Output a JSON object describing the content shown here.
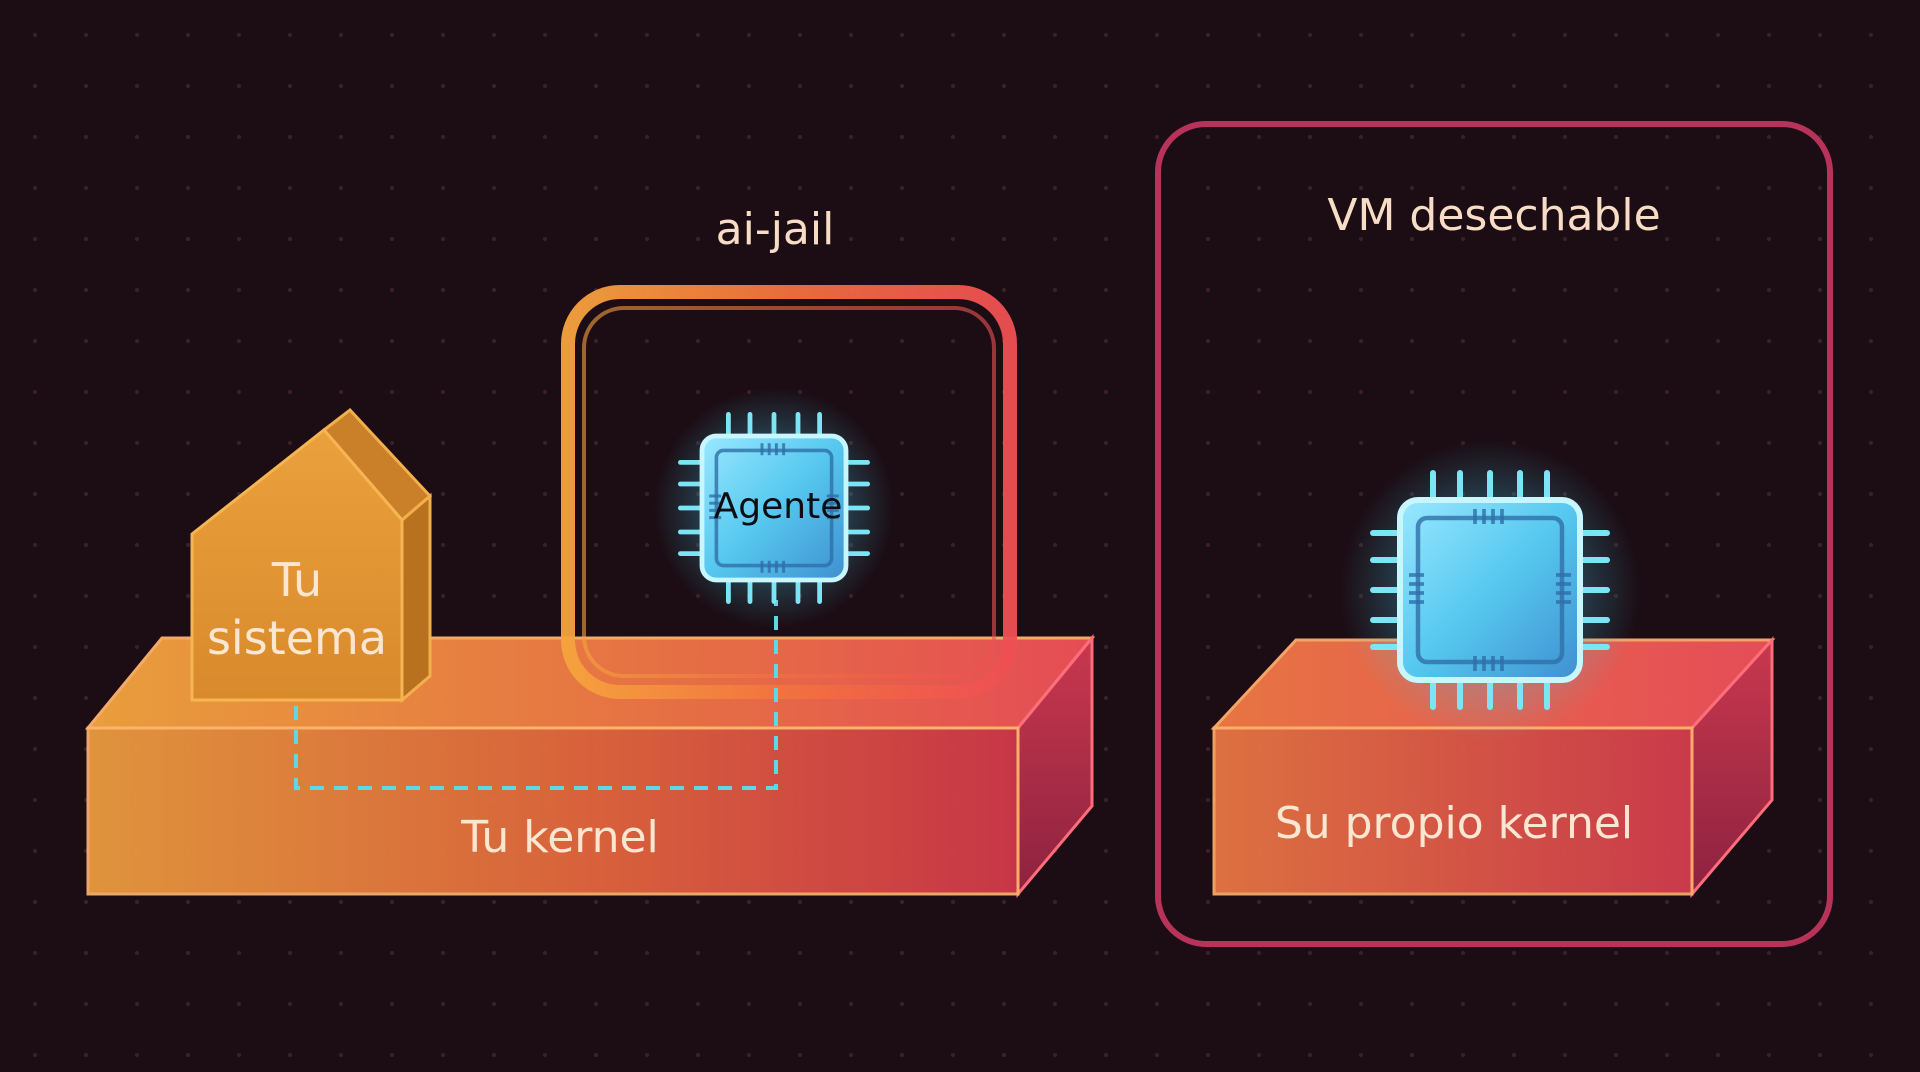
{
  "labels": {
    "system": [
      "Tu",
      "sistema"
    ],
    "jail": "ai-jail",
    "agent": "Agente",
    "host_kernel": "Tu kernel",
    "vm_title": "VM desechable",
    "vm_kernel": "Su propio kernel"
  },
  "colors": {
    "background": "#1c0d14",
    "orange": "#f3a13c",
    "red": "#ee4f5a",
    "chip_cyan": "#64e0f2",
    "connector": "#5fd8e6",
    "vm_frame": "#b8335a",
    "text_light": "#f7dcc6"
  },
  "icons": {
    "system": "house-icon",
    "agent": "chip-icon",
    "vm_agent": "chip-icon"
  }
}
